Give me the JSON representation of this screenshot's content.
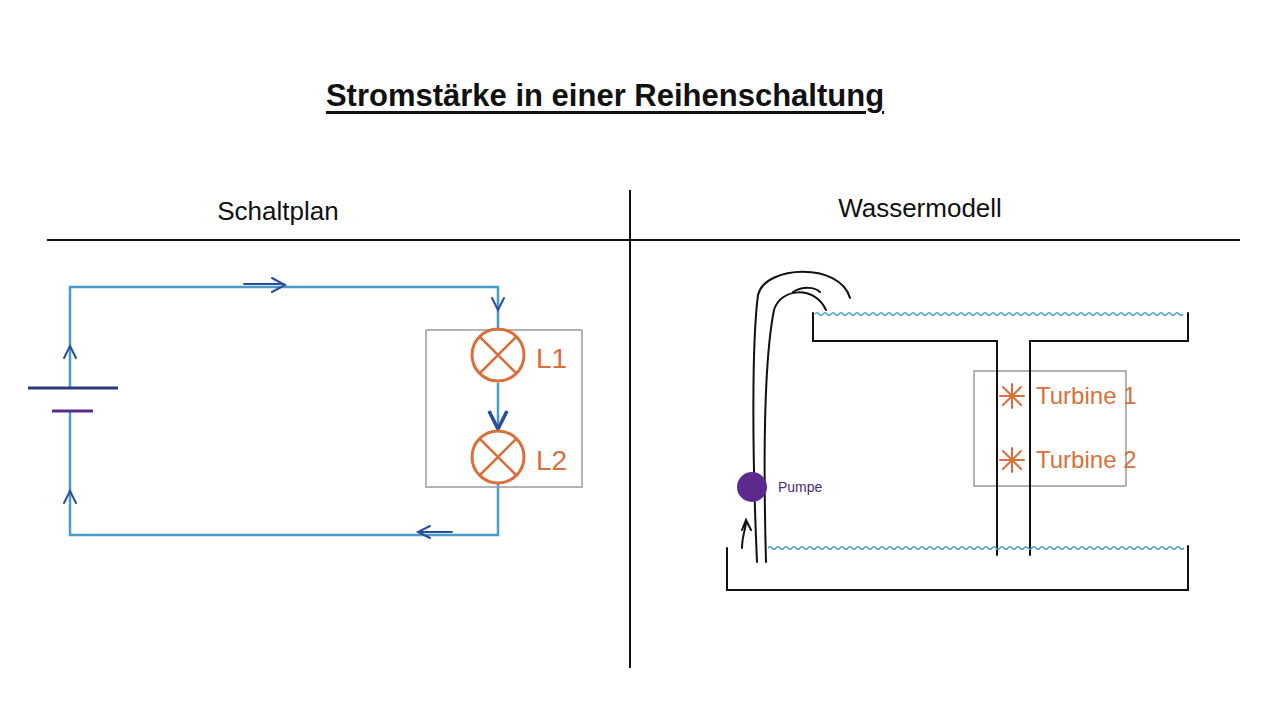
{
  "diagram": {
    "title": "Stromstärke in einer Reihenschaltung",
    "nodes": [
      {
        "text": [
          "L1"
        ]
      },
      {
        "text": [
          "L2"
        ]
      },
      {
        "text": [
          "Turbine 1"
        ]
      },
      {
        "text": [
          "Turbine 2"
        ]
      },
      {
        "text": [
          "Pumpe"
        ]
      }
    ],
    "edges": [
      {
        "from": 0,
        "to": 1,
        "arrow": "to"
      }
    ],
    "labels": [
      "Schaltplan",
      "Wassermodell"
    ]
  }
}
